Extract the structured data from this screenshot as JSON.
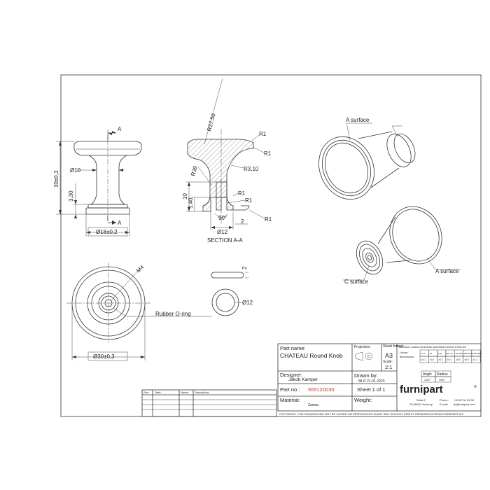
{
  "drawing": {
    "front_view": {
      "section_marker": "A",
      "dim_height": "30±0,3",
      "dim_neck": "Ø10",
      "dim_base_h": "3,30",
      "dim_base_w": "Ø18±0,2"
    },
    "section_view": {
      "title": "SECTION A-A",
      "dim_r2750": "R27,50",
      "dim_r39": "R39",
      "dim_r1_a": "R1",
      "dim_r1_b": "R1",
      "dim_r310": "R3,10",
      "dim_r1_c": "R1",
      "dim_r1_d": "R1",
      "dim_10": "10",
      "dim_140": "1,40",
      "dim_angle": "90°",
      "dim_2": "2",
      "dim_12": "Ø12"
    },
    "bottom_view": {
      "dim_m4": "M4",
      "dim_dia": "Ø30±0,3"
    },
    "oring": {
      "label": "Rubber O-ring",
      "dim_thick": "2",
      "dim_dia": "Ø12"
    },
    "iso": {
      "a_surface_top": "A surface",
      "a_surface_bottom": "A surface",
      "c_surface": "C surface"
    }
  },
  "title_block": {
    "part_name_label": "Part name:",
    "part_name": "CHATEAU Round Knob",
    "projection_label": "Projection:",
    "sheet_format_label": "Sheet format:",
    "sheet_format": "A3",
    "scale_label": "Scale:",
    "scale": "2:1",
    "designer_label": "Designer:",
    "designer": "Jakob Kamper",
    "drawn_by_label": "Drawn by:",
    "drawn_by": "MLR 21-01-2023",
    "part_no_label": "Part no.:",
    "part_no": "555120030",
    "sheet_of": "Sheet 1 of 1",
    "material_label": "Material:",
    "material": "Zamac",
    "weight_label": "Weight:",
    "tolerance_title": "Tolerance unless otherwise specified DS/ISO 2768-1M",
    "linear_label": "Linear",
    "dimensions_label": "dimensions:",
    "tol_ranges": [
      "0.5-3",
      "3-6",
      "6-30",
      "30-120",
      "120-400",
      "400-1000",
      "1000-2000"
    ],
    "tol_values": [
      "±0.1",
      "±0.1",
      "±0.2",
      "±0.3",
      "±0.5",
      "±0.8",
      "±1.2"
    ],
    "angle_label": "Angle",
    "radius_label": "Radius",
    "angle_value": "±1/2°",
    "radius_value": "±5%",
    "brand": "furnipart",
    "brand_mark": "®",
    "address_1": "Delta 2",
    "address_2": "DK-8382 Hinnerup",
    "phone_label": "Phone:",
    "phone": "+45 87 64 35 00",
    "email_label": "E-mail:",
    "email": "fp@furnipart.com",
    "copyright": "COPYRIGHT: THIS DRAWING MAY NOT BE COPIED OR REPRODUCED IN ANY WAY WITHOUT DIRECT PERMISSION FROM FURNIPART A/S"
  },
  "revision_table": {
    "headers": [
      "Rev.:",
      "Date:",
      "Name:",
      "Description:"
    ]
  },
  "colors": {
    "part_number": "#c0392b",
    "line": "#333333"
  }
}
